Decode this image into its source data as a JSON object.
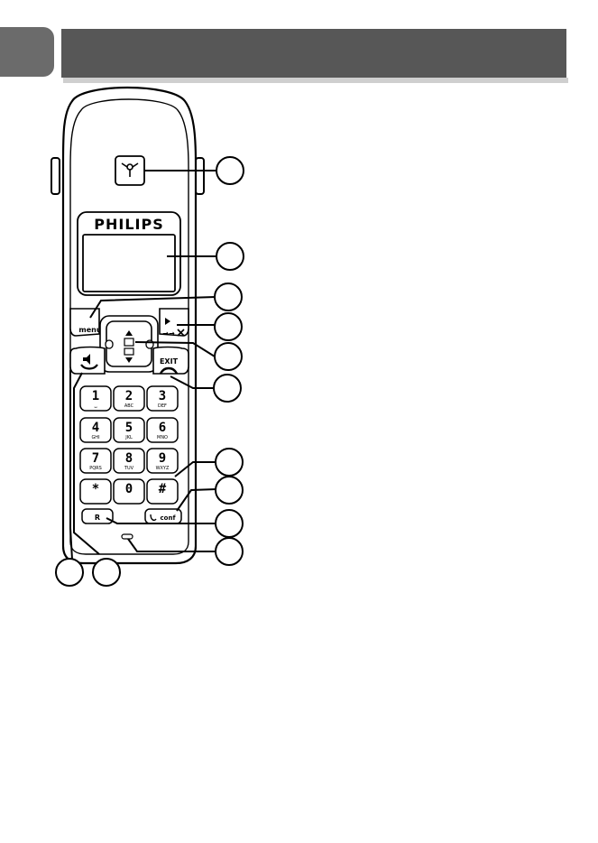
{
  "header": {
    "title": "",
    "tab_label": ""
  },
  "handset": {
    "brand": "PHILIPS",
    "menu_label": "menu",
    "exit_label": "EXIT",
    "conf_label": "conf",
    "r_key_label": "R",
    "hash_label": "#",
    "keys": [
      {
        "main": "1",
        "sub": "␣"
      },
      {
        "main": "2",
        "sub": "ABC"
      },
      {
        "main": "3",
        "sub": "DEF"
      },
      {
        "main": "4",
        "sub": "GHI"
      },
      {
        "main": "5",
        "sub": "JKL"
      },
      {
        "main": "6",
        "sub": "MNO"
      },
      {
        "main": "7",
        "sub": "PQRS"
      },
      {
        "main": "8",
        "sub": "TUV"
      },
      {
        "main": "9",
        "sub": "WXYZ"
      },
      {
        "main": "*",
        "sub": ""
      },
      {
        "main": "0",
        "sub": ""
      },
      {
        "main": "#",
        "sub": ""
      }
    ]
  },
  "callouts": [
    "",
    "",
    "",
    "",
    "",
    "",
    "",
    "",
    "",
    "",
    "",
    ""
  ],
  "footer": {
    "text": ""
  },
  "colors": {
    "header_bar": "#575757",
    "tab": "#6b6b6b",
    "line": "#000000",
    "background": "#ffffff"
  },
  "icons": [
    "speaker-icon",
    "redial-icon",
    "intercom-icon",
    "hangup-icon",
    "call-icon",
    "microphone-icon",
    "nav-up-icon",
    "nav-down-icon",
    "earpiece-icon"
  ]
}
